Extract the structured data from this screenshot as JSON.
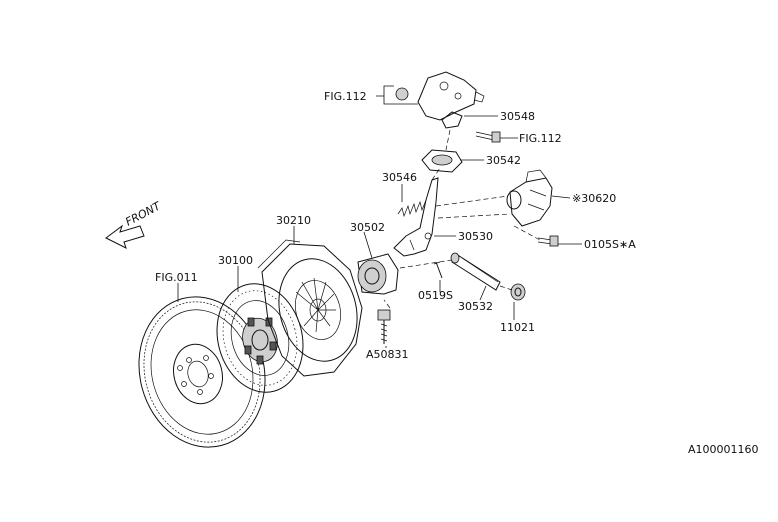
{
  "diagram": {
    "front_label": "FRONT",
    "figure_id": "A100001160",
    "callouts": {
      "fig112_top": "FIG.112",
      "p30548": "30548",
      "fig112_bolt": "FIG.112",
      "p30542": "30542",
      "p30546": "30546",
      "p30620": "※30620",
      "p30210": "30210",
      "p30502": "30502",
      "p30530": "30530",
      "p0105sa": "0105S∗A",
      "p30100": "30100",
      "fig011": "FIG.011",
      "p0519s": "0519S",
      "p30532": "30532",
      "p11021": "11021",
      "a50831": "A50831"
    }
  }
}
